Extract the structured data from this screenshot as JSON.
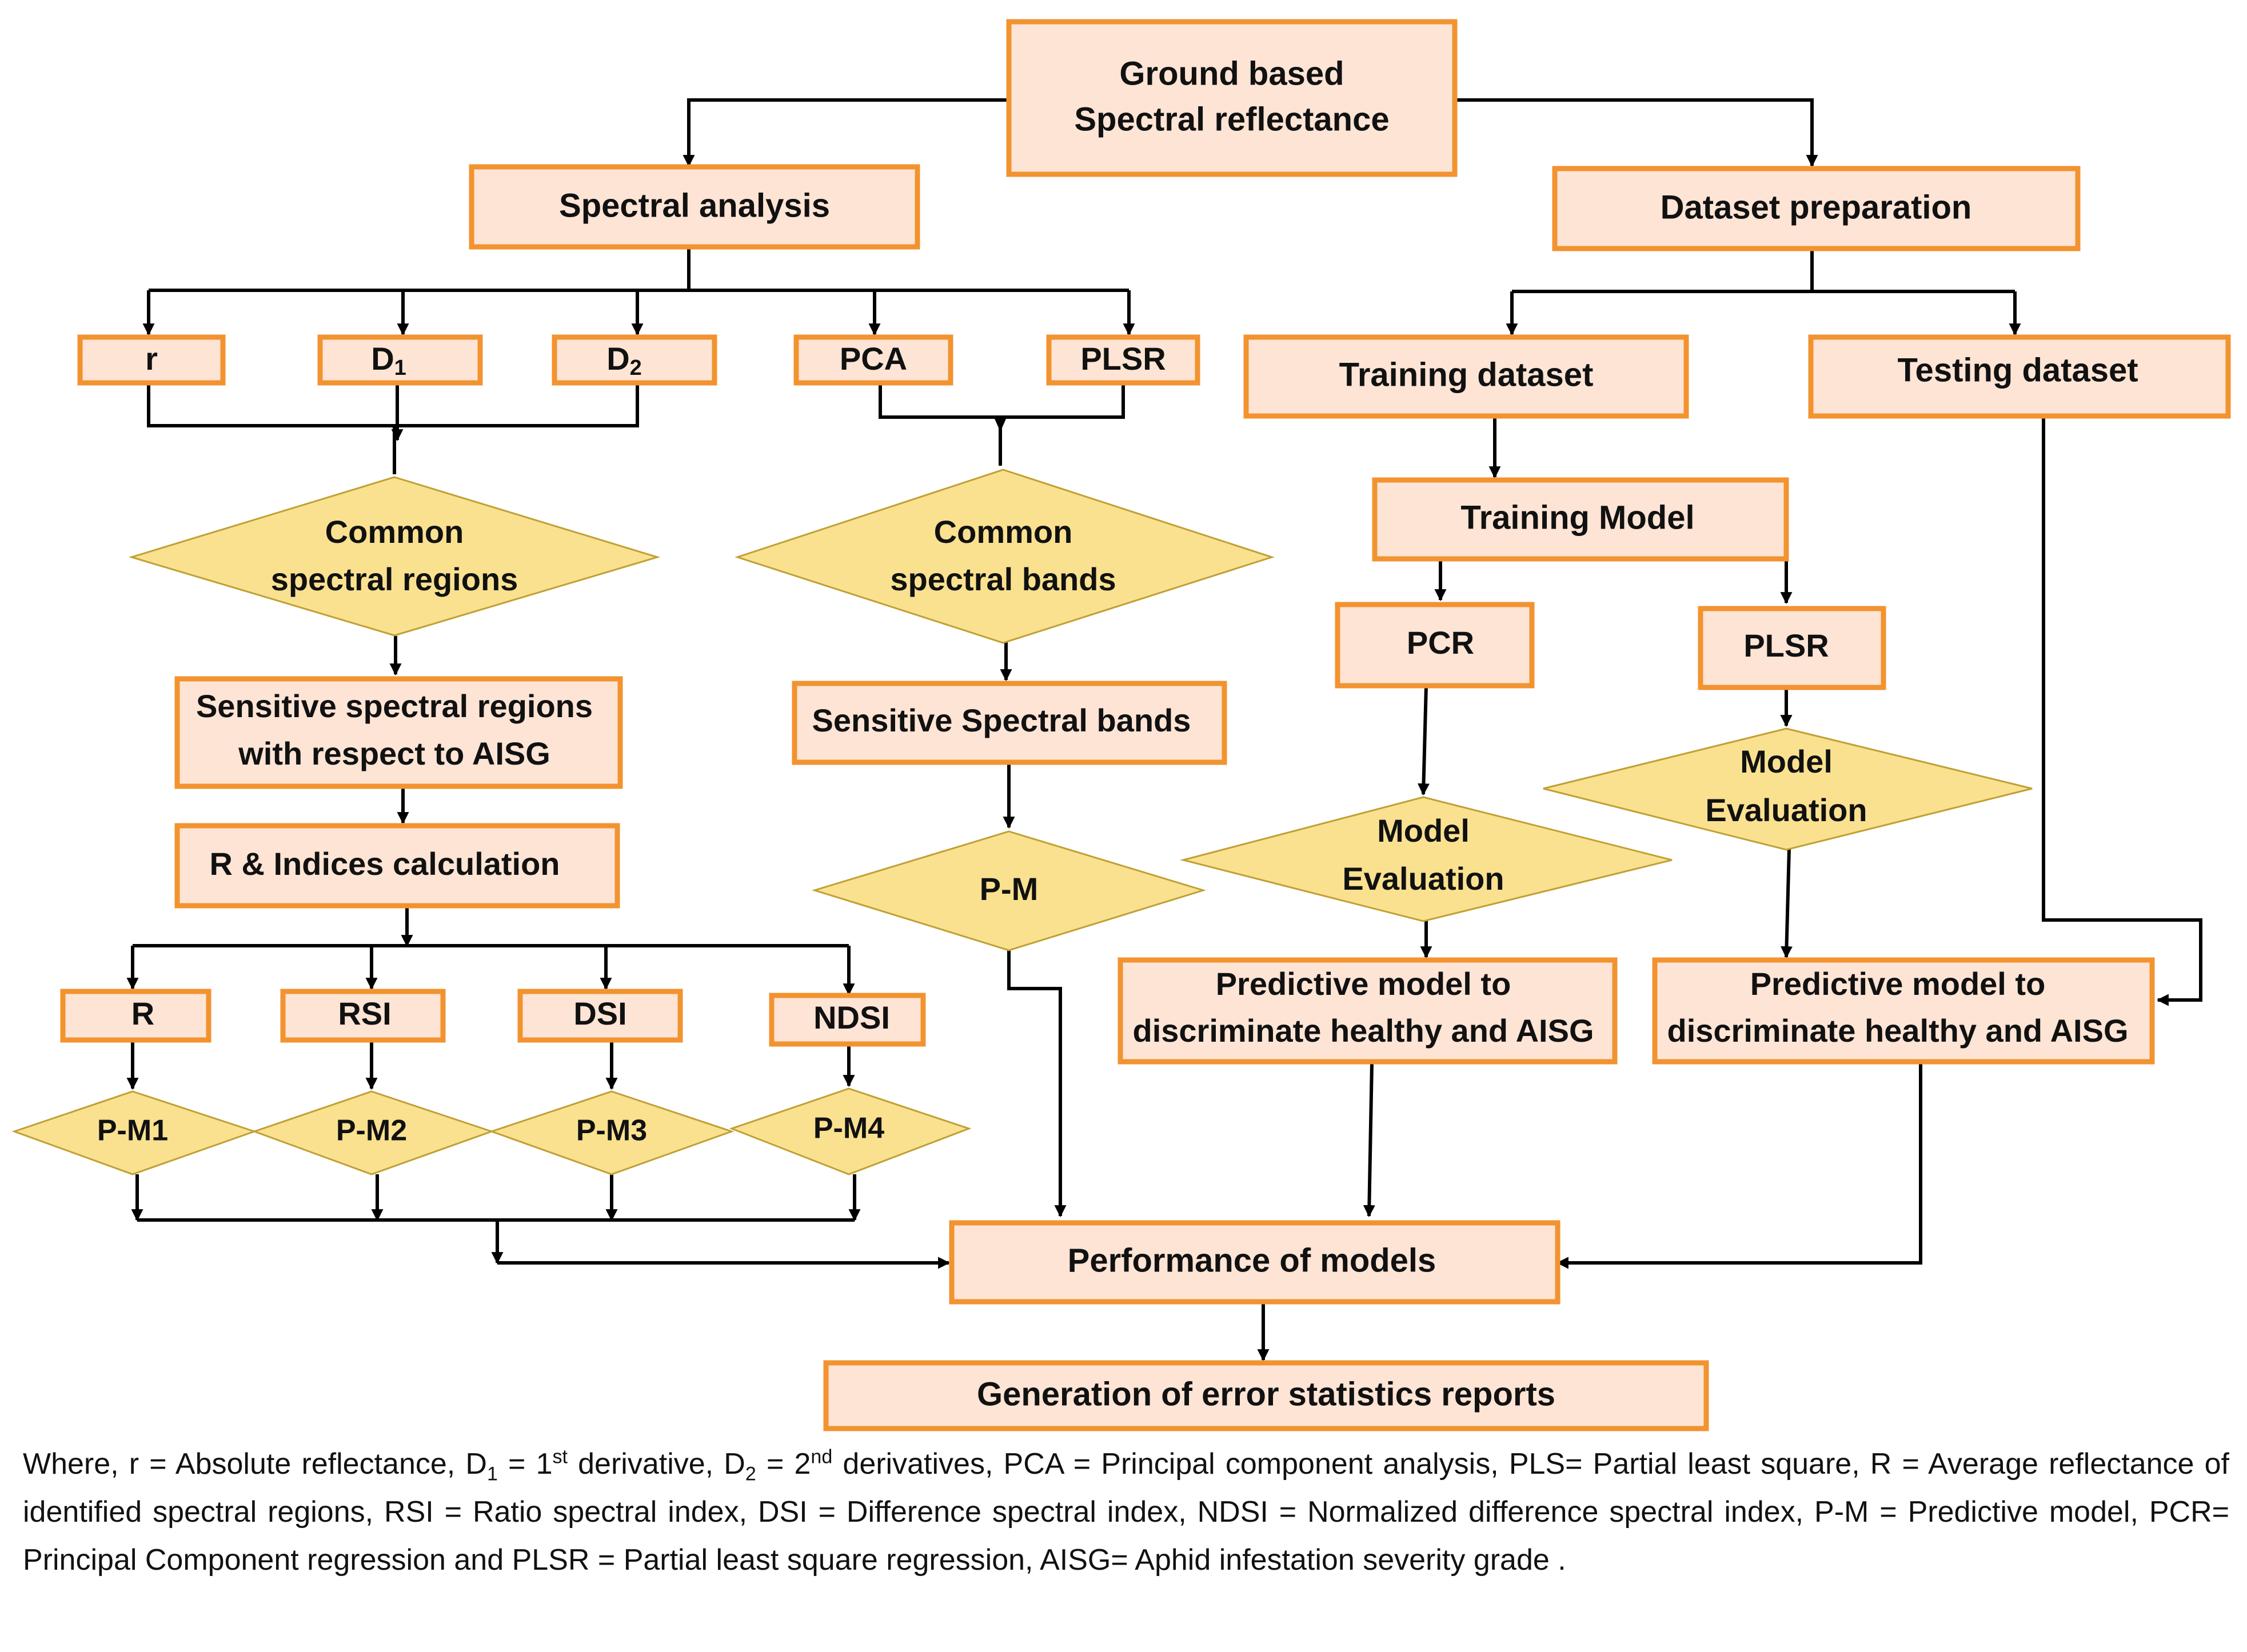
{
  "colors": {
    "box_fill": "#fde4d5",
    "box_stroke": "#f29330",
    "diamond_fill": "#fae190",
    "diamond_stroke": "#c0a033",
    "line": "#000000"
  },
  "nodes": {
    "ground": [
      "Ground based",
      "Spectral reflectance"
    ],
    "spectral_analysis": "Spectral analysis",
    "dataset_prep": "Dataset preparation",
    "r": "r",
    "d1": "D",
    "d1_sub": "1",
    "d2": "D",
    "d2_sub": "2",
    "pca": "PCA",
    "plsr_top": "PLSR",
    "training_dataset": "Training dataset",
    "testing_dataset": "Testing dataset",
    "common_regions": [
      "Common",
      "spectral regions"
    ],
    "common_bands": [
      "Common",
      "spectral bands"
    ],
    "training_model": "Training Model",
    "pcr": "PCR",
    "plsr_model": "PLSR",
    "sensitive_regions": [
      "Sensitive spectral regions",
      "with respect to AISG"
    ],
    "sensitive_bands": "Sensitive Spectral bands",
    "model_eval_1": [
      "Model",
      "Evaluation"
    ],
    "model_eval_2": [
      "Model",
      "Evaluation"
    ],
    "indices_calc": "R & Indices calculation",
    "pm": "P-M",
    "predictive_1": [
      "Predictive model to",
      "discriminate healthy and AISG"
    ],
    "predictive_2": [
      "Predictive model to",
      "discriminate healthy and AISG"
    ],
    "R": "R",
    "RSI": "RSI",
    "DSI": "DSI",
    "NDSI": "NDSI",
    "pm1": "P-M1",
    "pm2": "P-M2",
    "pm3": "P-M3",
    "pm4": "P-M4",
    "performance": "Performance of models",
    "error_reports": "Generation of error statistics reports"
  },
  "caption": {
    "p1": "Where, r = Absolute reflectance, D",
    "s1": "1",
    "p2": " = 1",
    "s2": "st",
    "p3": " derivative, D",
    "s3": "2",
    "p4": " = 2",
    "s4": "nd",
    "p5": " derivatives, PCA = Principal component analysis, PLS= Partial least square, R = Average reflectance of identified spectral regions, RSI = Ratio spectral index, DSI = Difference spectral index, NDSI = Normalized difference spectral index, P-M = Predictive model, PCR= Principal Component regression and PLSR = Partial least square regression, AISG= Aphid infestation severity grade ."
  }
}
